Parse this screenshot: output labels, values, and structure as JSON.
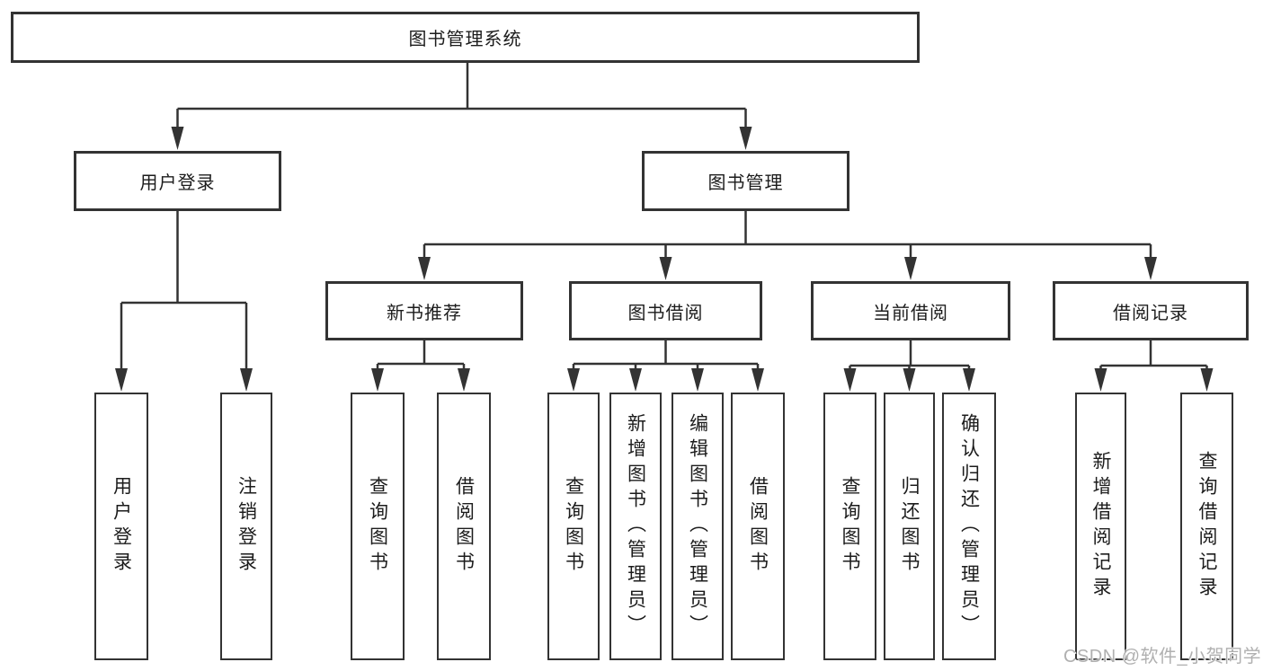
{
  "diagram": {
    "root": {
      "label": "图书管理系统"
    },
    "branches": [
      {
        "label": "用户登录",
        "leaves": [
          "用户登录",
          "注销登录"
        ]
      },
      {
        "label": "图书管理",
        "children": [
          {
            "label": "新书推荐",
            "leaves": [
              "查询图书",
              "借阅图书"
            ]
          },
          {
            "label": "图书借阅",
            "leaves": [
              "查询图书",
              "新增图书（管理员）",
              "编辑图书（管理员）",
              "借阅图书"
            ]
          },
          {
            "label": "当前借阅",
            "leaves": [
              "查询图书",
              "归还图书",
              "确认归还（管理员）"
            ]
          },
          {
            "label": "借阅记录",
            "leaves": [
              "新增借阅记录",
              "查询借阅记录"
            ]
          }
        ]
      }
    ]
  },
  "watermark": {
    "text": "CSDN @软件_小贺同学"
  },
  "colors": {
    "line": "#333333",
    "border": "#333333",
    "text": "#1c1c1c",
    "watermark": "#b0b0b0",
    "background": "#ffffff"
  }
}
